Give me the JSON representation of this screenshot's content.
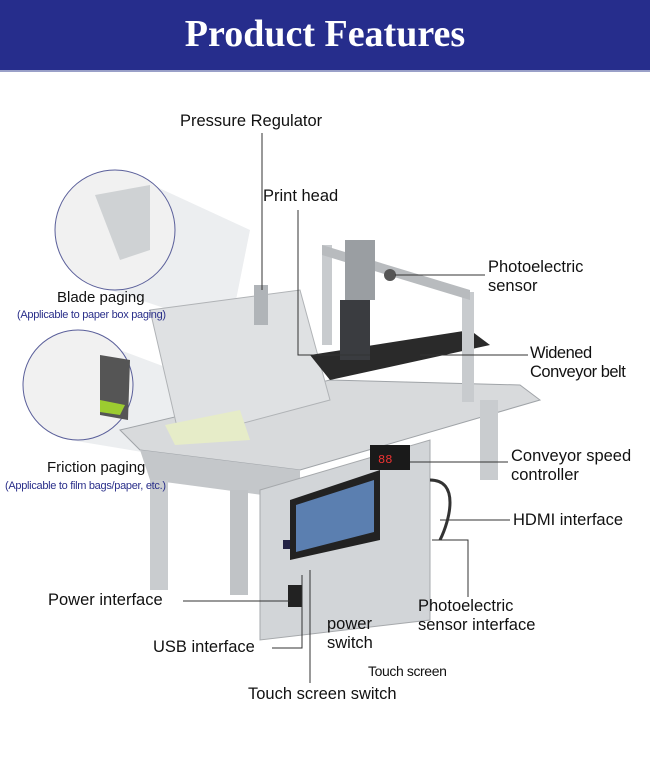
{
  "header": {
    "title": "Product Features",
    "background": "#262d8c"
  },
  "callouts": {
    "pressure_regulator": "Pressure Regulator",
    "print_head": "Print head",
    "photoelectric_sensor": [
      "Photoelectric",
      "sensor"
    ],
    "conveyor_belt": [
      "Widened",
      "Conveyor belt"
    ],
    "speed_controller": [
      "Conveyor speed",
      "controller"
    ],
    "hdmi": "HDMI interface",
    "sensor_interface": [
      "Photoelectric",
      "sensor interface"
    ],
    "power_interface": "Power interface",
    "usb": "USB interface",
    "power_switch": [
      "power",
      "switch"
    ],
    "touch_screen": "Touch screen",
    "touch_screen_switch": "Touch screen switch"
  },
  "insets": {
    "blade": {
      "title": "Blade paging",
      "note": "(Applicable to paper box paging)"
    },
    "friction": {
      "title": "Friction paging",
      "note": "(Applicable to film bags/paper, etc.)"
    }
  }
}
